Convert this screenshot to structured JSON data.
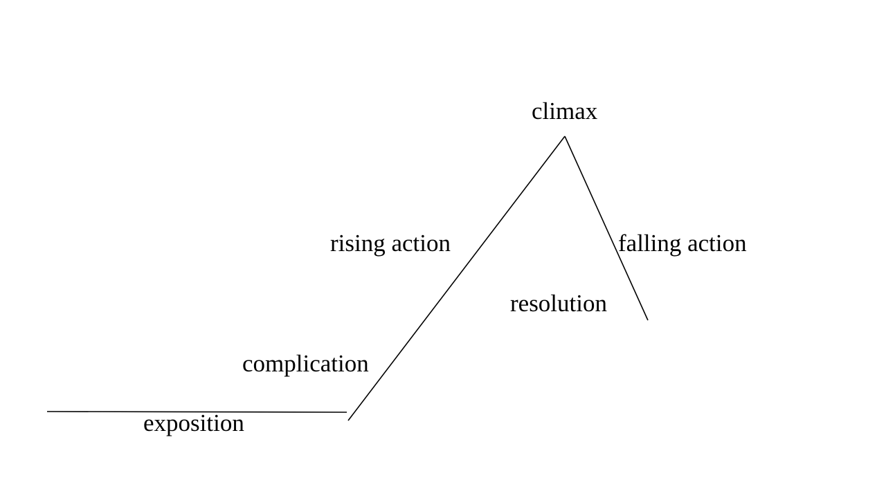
{
  "diagram": {
    "labels": {
      "climax": "climax",
      "rising_action": "rising action",
      "falling_action": "falling action",
      "resolution": "resolution",
      "complication": "complication",
      "exposition": "exposition"
    },
    "colors": {
      "line": "#000000",
      "text": "#000000",
      "background": "#ffffff"
    }
  }
}
